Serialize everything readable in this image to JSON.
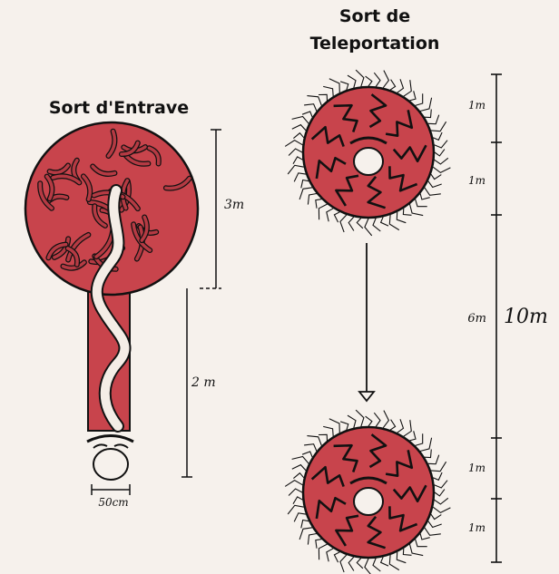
{
  "diagram": {
    "colors": {
      "spell_red": "#c8444c",
      "background": "#f6f1ec",
      "ink": "#111111",
      "pale": "#f4ede6"
    },
    "entrave": {
      "title": "Sort d'Entrave",
      "dimension_circle": "3m",
      "dimension_beam": "2 m",
      "dimension_width": "50cm"
    },
    "teleportation": {
      "title_line1": "Sort de",
      "title_line2": "Teleportation",
      "dimension_top_outer": "1m",
      "dimension_top_inner": "1m",
      "dimension_gap": "6m",
      "dimension_total": "10m",
      "dimension_bottom_inner": "1m",
      "dimension_bottom_outer": "1m"
    }
  }
}
